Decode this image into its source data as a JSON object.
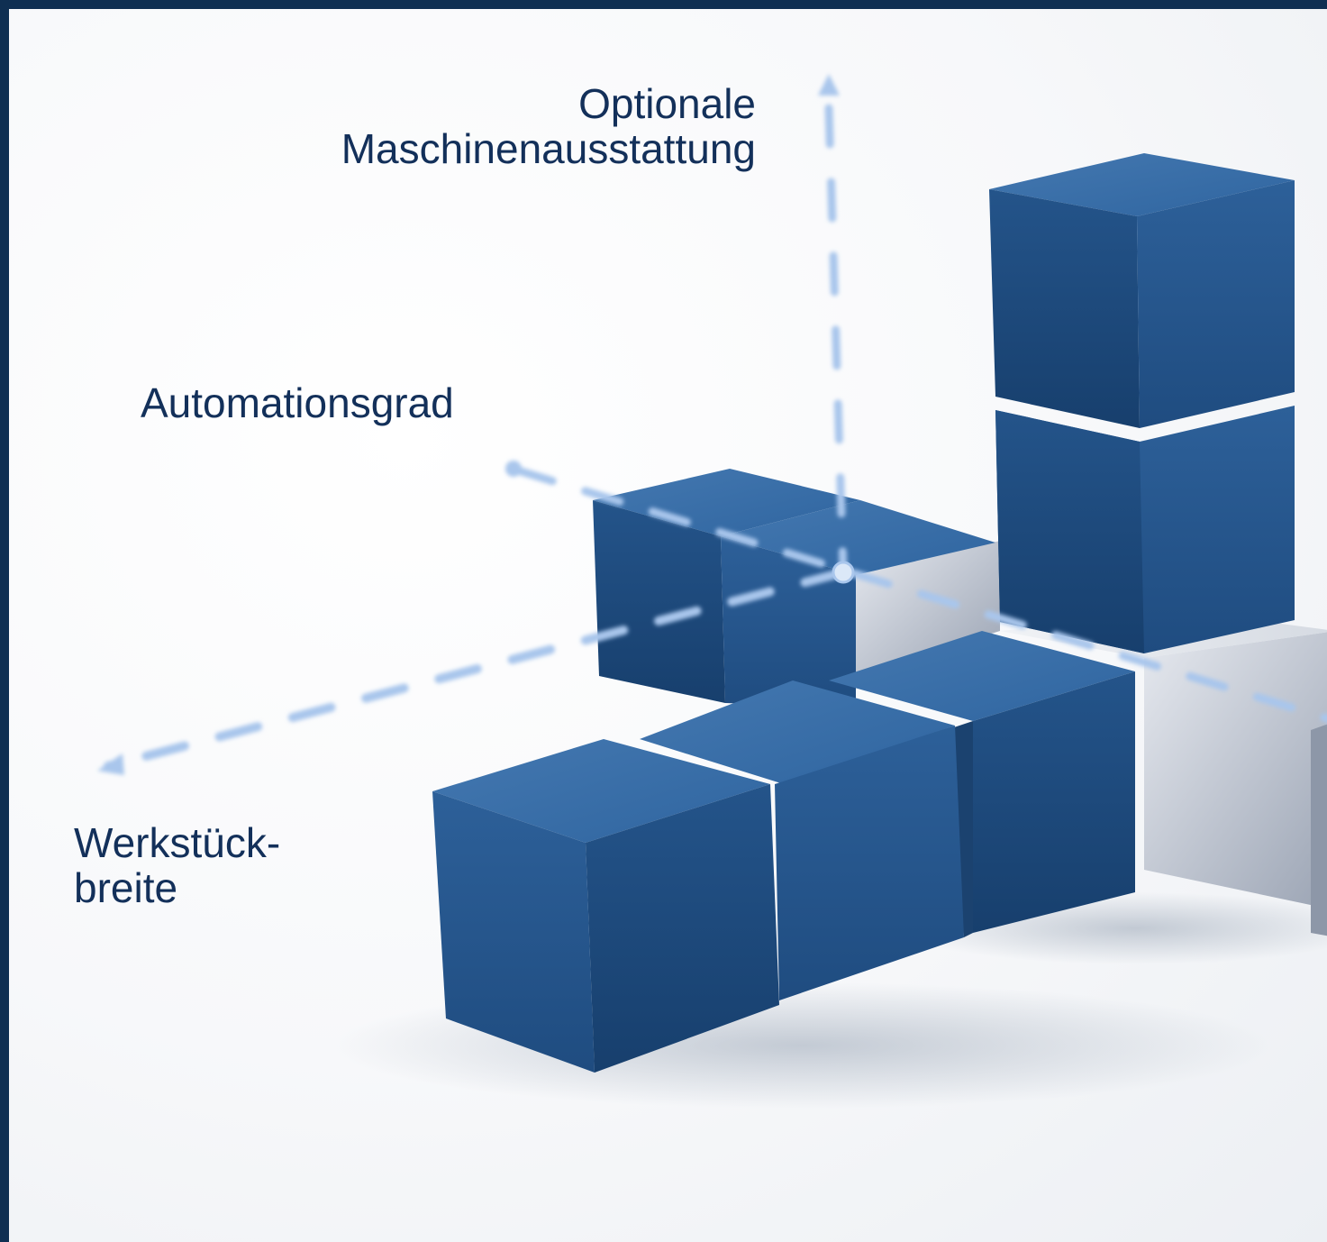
{
  "axes": {
    "vertical_label": "Optionale\nMaschinenausstattung",
    "depth_label": "Automationsgrad",
    "width_label": "Werkstück-\nbreite"
  },
  "colors": {
    "frame": "#0f2f52",
    "cube_blue_front": "#2a5c93",
    "cube_blue_top": "#3a6fa8",
    "cube_blue_side": "#1d4878",
    "cube_silver": "#c6ccd6",
    "axis_dash": "#a9c6ec",
    "label_text": "#13305a"
  },
  "icons": {
    "axis_arrows": [
      "arrow-up-icon",
      "arrow-left-icon",
      "arrow-down-left-icon"
    ]
  }
}
